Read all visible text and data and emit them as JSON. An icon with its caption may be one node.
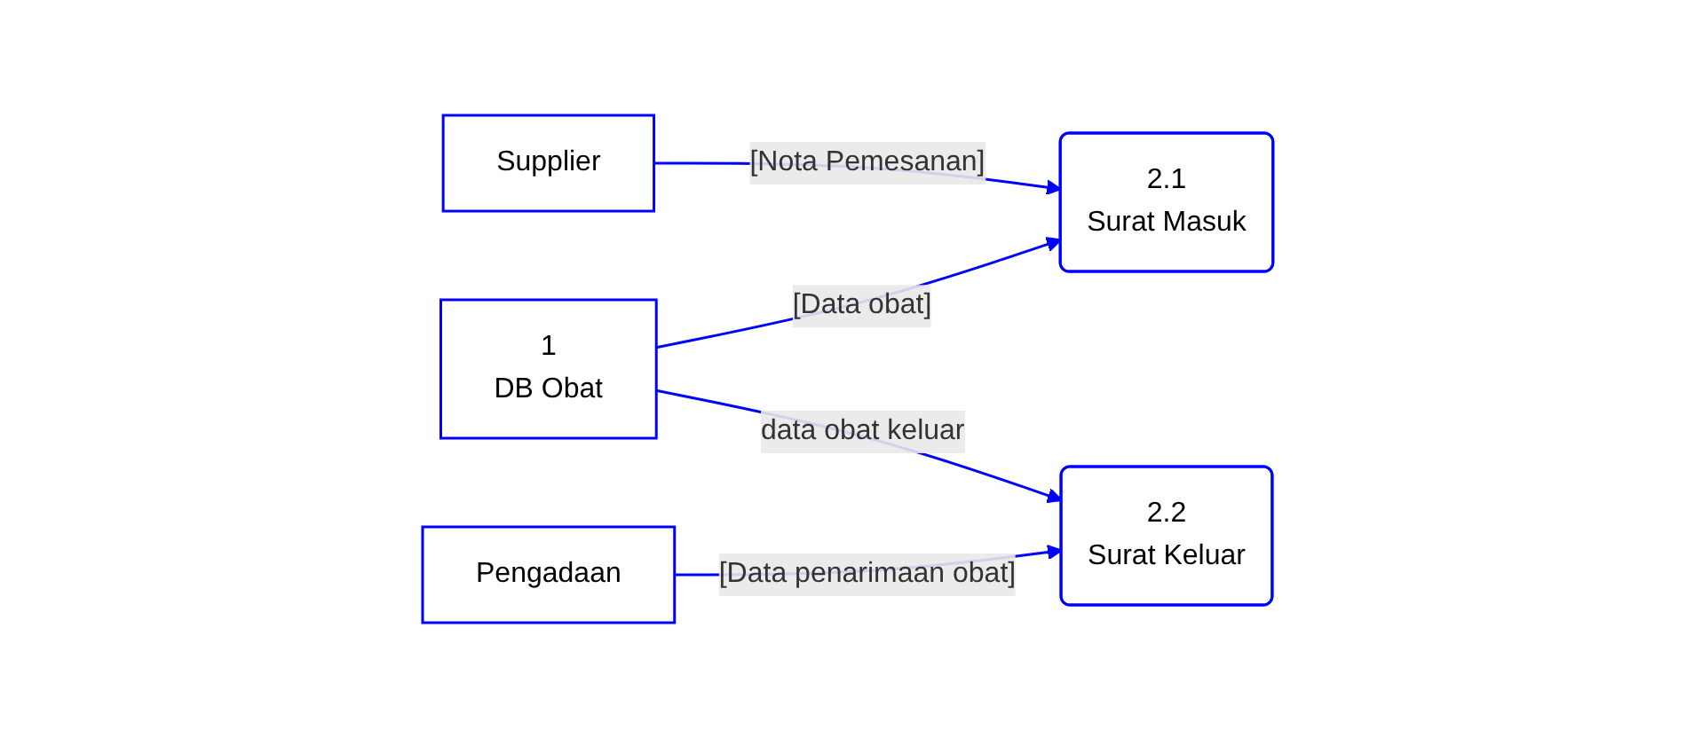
{
  "diagram": {
    "nodes": [
      {
        "text": [
          "Supplier"
        ]
      },
      {
        "text": [
          "2.1",
          "Surat Masuk"
        ]
      },
      {
        "text": [
          "1",
          "DB Obat"
        ]
      },
      {
        "text": [
          "Pengadaan"
        ]
      },
      {
        "text": [
          "2.2",
          "Surat Keluar"
        ]
      }
    ],
    "edges": [
      {
        "from": 0,
        "to": 1,
        "arrow": "to",
        "label": "[Nota Pemesanan]"
      },
      {
        "from": 2,
        "to": 1,
        "arrow": "to",
        "label": "[Data obat]"
      },
      {
        "from": 2,
        "to": 4,
        "arrow": "to",
        "label": "data obat keluar"
      },
      {
        "from": 3,
        "to": 4,
        "arrow": "to",
        "label": "[Data penarimaan obat]"
      }
    ]
  }
}
